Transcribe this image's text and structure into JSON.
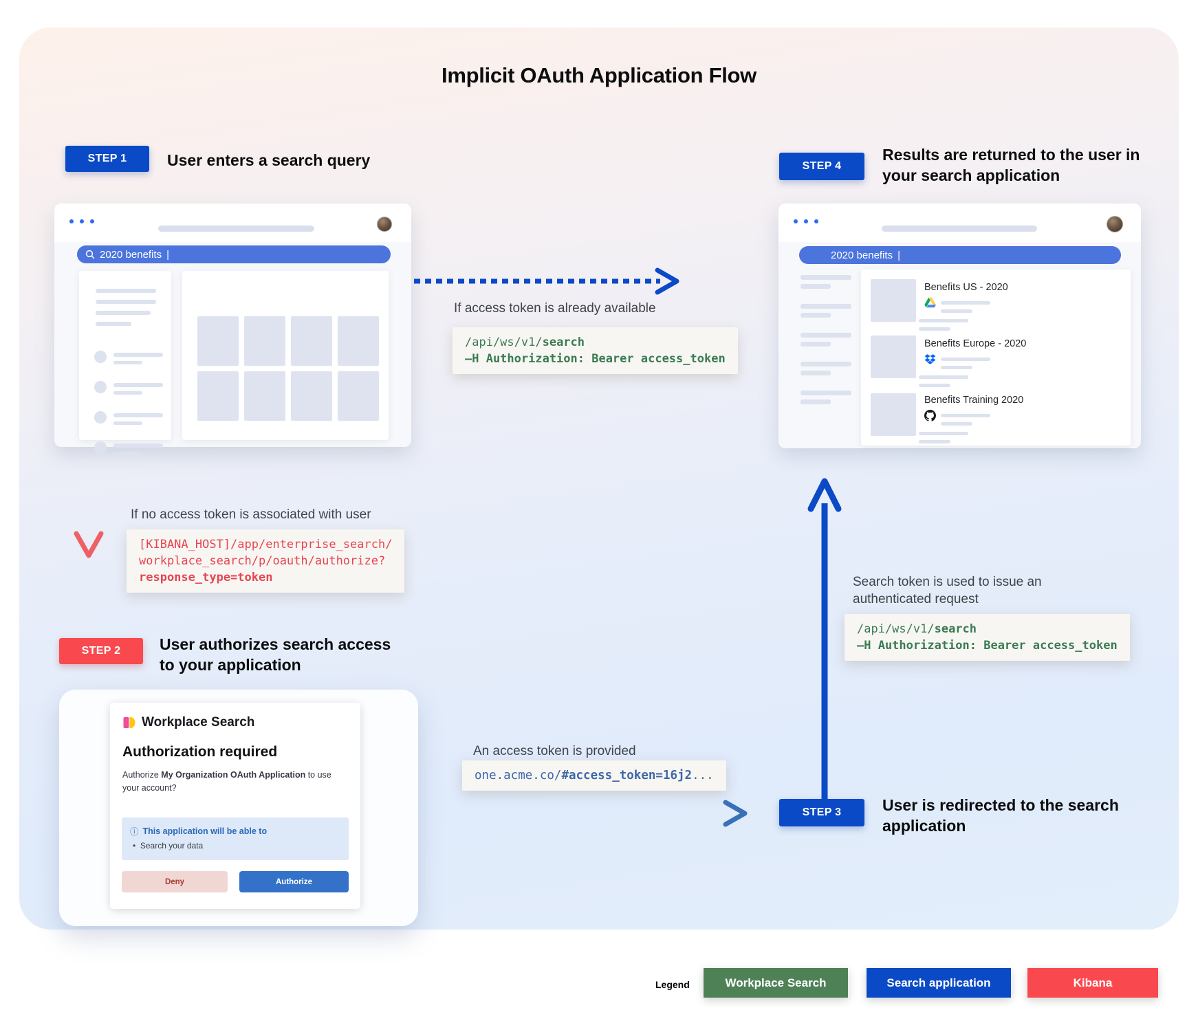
{
  "title": "Implicit OAuth Application Flow",
  "steps": [
    {
      "id": "STEP 1",
      "label": "User enters a search query"
    },
    {
      "id": "STEP 2",
      "label_line1": "User authorizes search access",
      "label_line2": "to your application"
    },
    {
      "id": "STEP 3",
      "label_line1": "User is redirected to the search",
      "label_line2": "application"
    },
    {
      "id": "STEP 4",
      "label_line1": "Results are returned to the user in",
      "label_line2": "your search application"
    }
  ],
  "browser_search": {
    "query": "2020 benefits",
    "cursor": "|"
  },
  "flow": {
    "token_available": {
      "label": "If access token is already available",
      "code_line1_pre": "/api/ws/v1/",
      "code_line1_bold": "search",
      "code_line2": "—H Authorization: Bearer access_token"
    },
    "no_token": {
      "label": "If no access token is associated with user",
      "code_line1": "[KIBANA_HOST]/app/enterprise_search/",
      "code_line2": "workplace_search/p/oauth/authorize?",
      "code_line3": "response_type=token"
    },
    "token_provided": {
      "label": "An access token is provided",
      "code_pre": "one.acme.co/",
      "code_bold": "#access_token=16j2",
      "code_suffix": "..."
    },
    "authenticated_request": {
      "label_line1": "Search token is used to issue an",
      "label_line2": "authenticated request",
      "code_line1_pre": "/api/ws/v1/",
      "code_line1_bold": "search",
      "code_line2": "—H Authorization: Bearer access_token"
    }
  },
  "auth_dialog": {
    "app_name": "Workplace Search",
    "heading": "Authorization required",
    "body_pre": "Authorize ",
    "body_bold": "My Organization OAuth Application",
    "body_post": " to use your account?",
    "info_icon": "ⓘ",
    "permissions_title": "This application will be able to",
    "permission_bullet_dot": "•",
    "permission_bullet": "Search your data",
    "deny_label": "Deny",
    "authorize_label": "Authorize"
  },
  "results": [
    {
      "title": "Benefits US - 2020",
      "source_icon": "google-drive"
    },
    {
      "title": "Benefits Europe - 2020",
      "source_icon": "dropbox"
    },
    {
      "title": "Benefits Training 2020",
      "source_icon": "github"
    }
  ],
  "legend": {
    "label": "Legend",
    "items": [
      {
        "text": "Workplace Search",
        "color": "#4F8156"
      },
      {
        "text": "Search application",
        "color": "#0B4AC6"
      },
      {
        "text": "Kibana",
        "color": "#F9494F"
      }
    ]
  },
  "colors": {
    "step_blue": "#0B4AC6",
    "step_red": "#F9494F",
    "code_green": "#3A7B52",
    "code_red": "#E8454F",
    "code_blue": "#3E67A8",
    "search_bar_blue": "#4B74DD"
  }
}
